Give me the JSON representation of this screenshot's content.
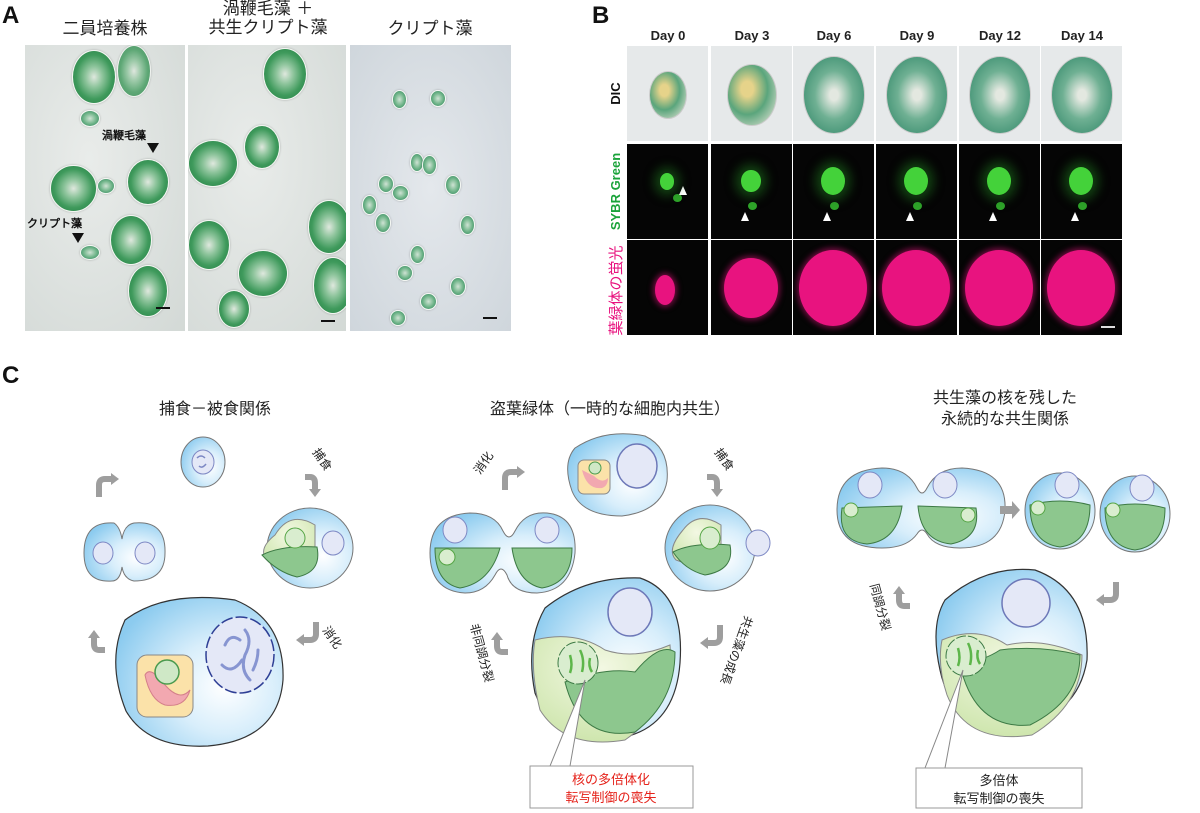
{
  "panel_a": {
    "label": "A",
    "columns": [
      {
        "title": "二員培養株"
      },
      {
        "title_line1": "渦鞭毛藻 ＋",
        "title_line2": "共生クリプト藻"
      },
      {
        "title": "クリプト藻"
      }
    ],
    "annotations": {
      "dinoflagellate": "渦鞭毛藻",
      "cryptophyte": "クリプト藻"
    }
  },
  "panel_b": {
    "label": "B",
    "days": [
      "Day 0",
      "Day 3",
      "Day 6",
      "Day 9",
      "Day 12",
      "Day 14"
    ],
    "rows": [
      {
        "label": "DIC",
        "color": "#111111"
      },
      {
        "label": "SYBR Green",
        "color": "#1aa33a"
      },
      {
        "label": "葉緑体の蛍光",
        "color": "#e8137f"
      }
    ]
  },
  "panel_c": {
    "label": "C",
    "diagrams": [
      {
        "title": "捕食－被食関係",
        "steps": [
          "捕食",
          "消化"
        ]
      },
      {
        "title": "盗葉緑体（一時的な細胞内共生）",
        "steps": [
          "捕食",
          "共生藻の成長",
          "非同調分裂",
          "消化"
        ],
        "callout": [
          "核の多倍体化",
          "転写制御の喪失"
        ],
        "callout_color": "#e5231b"
      },
      {
        "title_line1": "共生藻の核を残した",
        "title_line2": "永続的な共生関係",
        "steps": [
          "同調分裂"
        ],
        "callout": [
          "多倍体",
          "転写制御の喪失"
        ],
        "callout_color": "#222222"
      }
    ]
  },
  "colors": {
    "host_cytoplasm": "#9fd3f0",
    "nucleus": "#dfe3f5",
    "symbiont": "#a6d49b",
    "arrow": "#9e9e9e"
  }
}
